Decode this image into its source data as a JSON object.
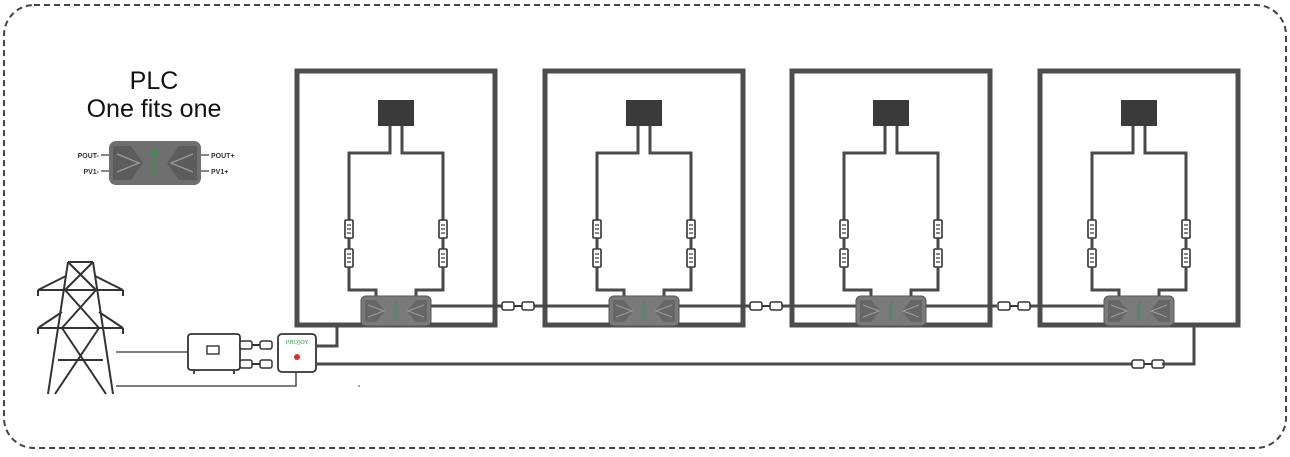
{
  "header": {
    "title_line1": "PLC",
    "title_line2": "One fits one"
  },
  "legend_device": {
    "brand": "PROJOY",
    "ports_left": [
      "POUT-",
      "PV1-"
    ],
    "ports_right": [
      "POUT+",
      "PV1+"
    ]
  },
  "transmitter": {
    "brand": "PROJOY"
  },
  "panels": [
    {
      "id": "panel-1",
      "device_brand": "PROJOY"
    },
    {
      "id": "panel-2",
      "device_brand": "PROJOY"
    },
    {
      "id": "panel-3",
      "device_brand": "PROJOY"
    },
    {
      "id": "panel-4",
      "device_brand": "PROJOY"
    }
  ],
  "colors": {
    "frame": "#4d4d4d",
    "device_body": "#7a7a7a",
    "brand": "#2f9a4a",
    "indicator": "#d93030"
  }
}
